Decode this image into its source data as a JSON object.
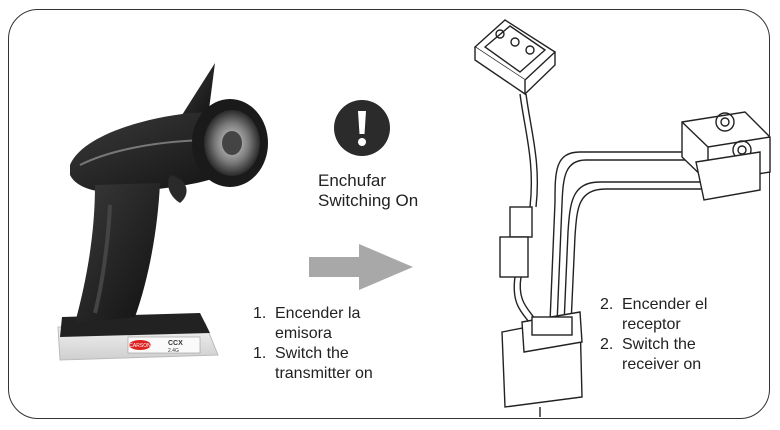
{
  "warning": {
    "icon": "exclamation-circle-icon",
    "line1": "Enchufar",
    "line2": "Switching On"
  },
  "steps_left": [
    {
      "number": "1.",
      "line1": "Encender la",
      "line2": "emisora"
    },
    {
      "number": "1.",
      "line1": "Switch the",
      "line2": "transmitter on"
    }
  ],
  "steps_right": [
    {
      "number": "2.",
      "line1": "Encender el",
      "line2": "receptor"
    },
    {
      "number": "2.",
      "line1": "Switch the",
      "line2": "receiver on"
    }
  ],
  "transmitter_label": {
    "brand": "CARSON",
    "model": "CCX",
    "model_sub": "2.4G"
  },
  "colors": {
    "border": "#333333",
    "arrow": "#a8a8a8",
    "icon": "#2b2b2b",
    "transmitter_body": "#1f1f1f"
  }
}
